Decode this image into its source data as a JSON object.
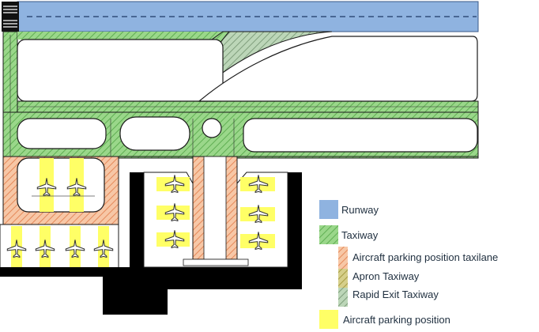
{
  "legend": {
    "runway": {
      "label": "Runway",
      "color": "#8fb3e0"
    },
    "taxiway": {
      "label": "Taxiway",
      "color": "#8fd07a"
    },
    "taxilane": {
      "label": "Aircraft parking position taxilane",
      "color": "#f2b08a"
    },
    "apron_taxiway": {
      "label": "Apron Taxiway",
      "color": "#c8c070"
    },
    "rapid_exit": {
      "label": "Rapid Exit Taxiway",
      "color": "#a8c8a0"
    },
    "parking": {
      "label": "Aircraft parking position",
      "color": "#ffff66"
    }
  },
  "colors": {
    "runway": "#8fb3e0",
    "taxiway": "#8fd07a",
    "taxilane": "#f2b08a",
    "apron_taxiway": "#c8c070",
    "rapid_exit": "#a8c8a0",
    "parking": "#ffff66",
    "building": "#000000",
    "outline": "#000000"
  },
  "icons": [
    "aircraft-icon",
    "threshold-marking-icon",
    "hatch-pattern"
  ]
}
